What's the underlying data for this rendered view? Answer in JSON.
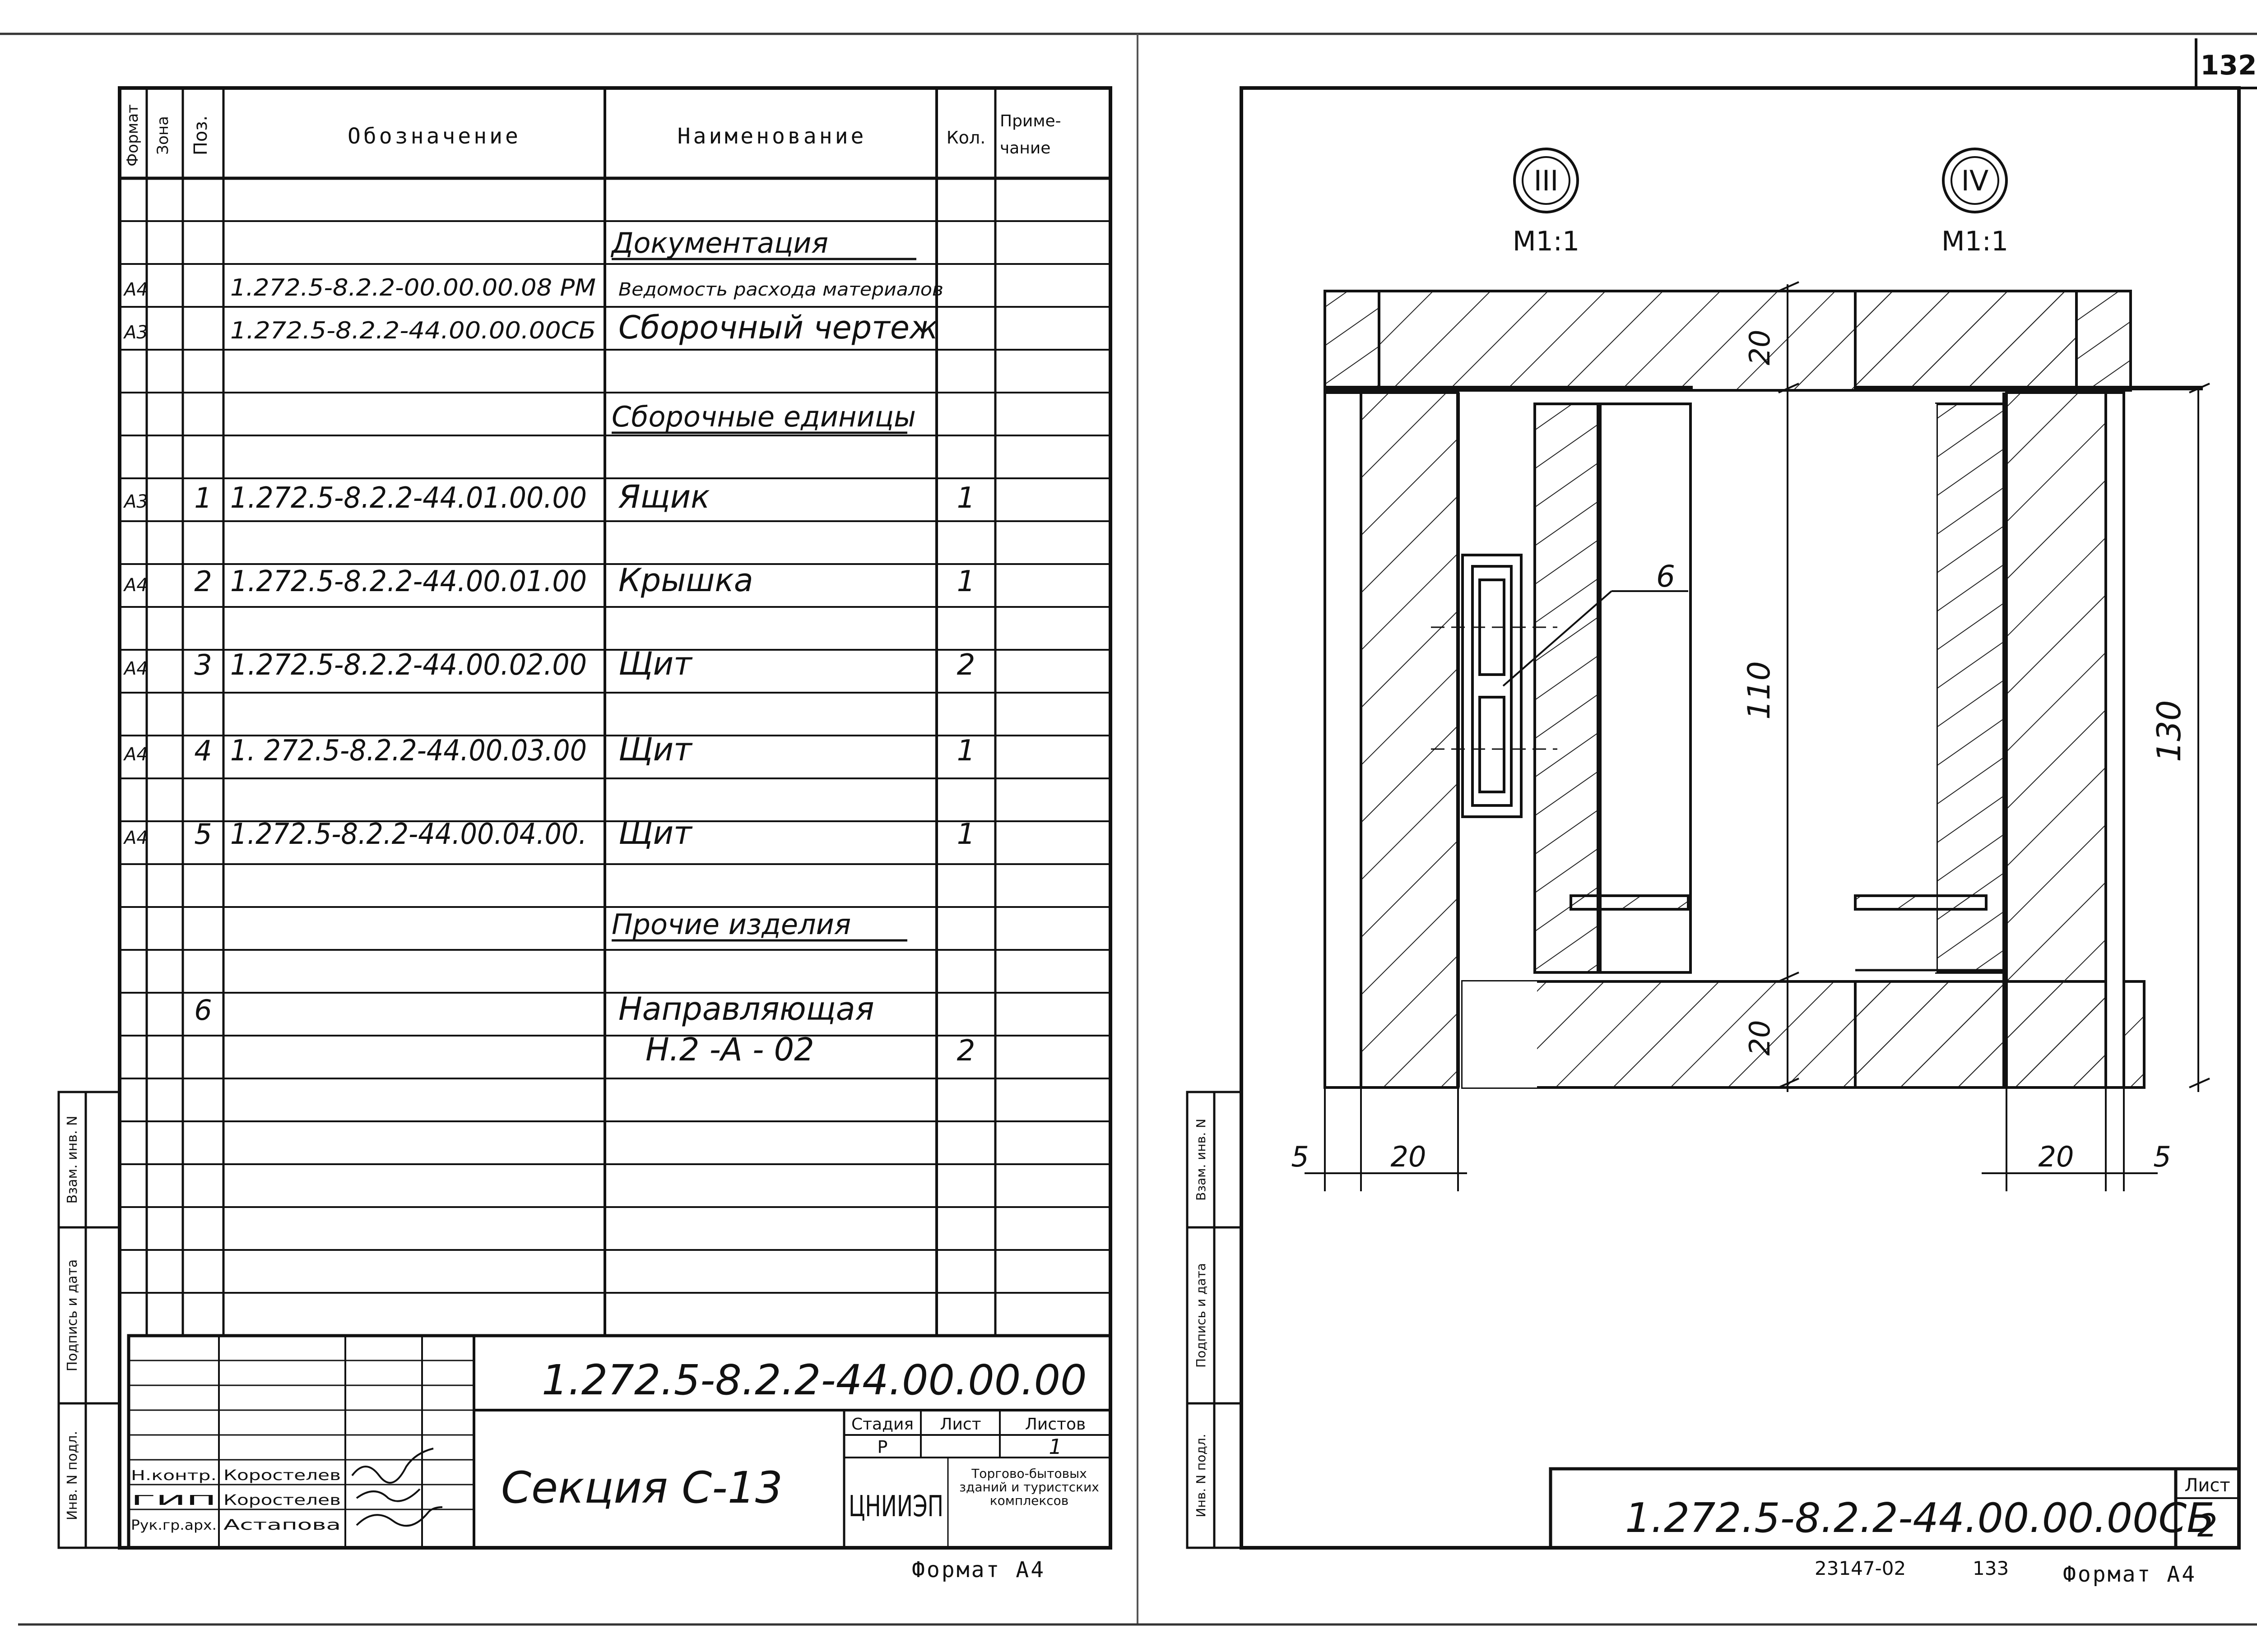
{
  "sheet_number": "132",
  "spec": {
    "headers": {
      "format": "Формат",
      "zone": "Зона",
      "pos": "Поз.",
      "designation": "Обозначение",
      "name": "Наименование",
      "qty": "Кол.",
      "note": "Приме-чание"
    },
    "rows": [
      {
        "fmt": "",
        "pos": "",
        "des": "",
        "name": "Документация",
        "qty": ""
      },
      {
        "fmt": "А4",
        "pos": "",
        "des": "1.272.5-8.2.2-00.00.00.08 РМ",
        "name": "Ведомость расхода материалов",
        "qty": ""
      },
      {
        "fmt": "А3",
        "pos": "",
        "des": "1.272.5-8.2.2-44.00.00.00СБ",
        "name": "Сборочный чертеж",
        "qty": ""
      },
      {
        "fmt": "",
        "pos": "",
        "des": "",
        "name": "Сборочные единицы",
        "qty": ""
      },
      {
        "fmt": "А3",
        "pos": "1",
        "des": "1.272.5-8.2.2-44.01.00.00",
        "name": "Ящик",
        "qty": "1"
      },
      {
        "fmt": "А4",
        "pos": "2",
        "des": "1.272.5-8.2.2-44.00.01.00",
        "name": "Крышка",
        "qty": "1"
      },
      {
        "fmt": "А4",
        "pos": "3",
        "des": "1.272.5-8.2.2-44.00.02.00",
        "name": "Щит",
        "qty": "2"
      },
      {
        "fmt": "А4",
        "pos": "4",
        "des": "1. 272.5-8.2.2-44.00.03.00",
        "name": "Щит",
        "qty": "1"
      },
      {
        "fmt": "А4",
        "pos": "5",
        "des": "1.272.5-8.2.2-44.00.04.00.",
        "name": "Щит",
        "qty": "1"
      },
      {
        "fmt": "",
        "pos": "",
        "des": "",
        "name": "Прочие изделия",
        "qty": ""
      },
      {
        "fmt": "",
        "pos": "6",
        "des": "",
        "name": "Направляющая",
        "qty": ""
      },
      {
        "fmt": "",
        "pos": "",
        "des": "",
        "name": "Н.2 -А - 02",
        "qty": "2"
      }
    ]
  },
  "side_stamp": {
    "inv_podl": "Инв. N подл.",
    "podpis": "Подпись и дата",
    "vzam": "Взам. инв. N"
  },
  "title_block": {
    "designation": "1.272.5-8.2.2-44.00.00.00",
    "title": "Секция С-13",
    "stage_label": "Стадия",
    "sheet_label": "Лист",
    "sheets_label": "Листов",
    "stage": "Р",
    "sheets": "1",
    "org_logo": "ЦНИИЭП",
    "org_text": "Торгово-бытовых зданий и туристских комплексов",
    "roles": [
      {
        "role": "Н.контр.",
        "name": "Коростелев"
      },
      {
        "role": "ГИП",
        "name": "Коростелев"
      },
      {
        "role": "Рук.гр.арх.",
        "name": "Астапова"
      }
    ],
    "format": "Формат А4"
  },
  "drawing": {
    "view3_label": "III",
    "view4_label": "IV",
    "scale": "М1:1",
    "dims": {
      "top": "20",
      "mid_left": "110",
      "bottom": "20",
      "right_total": "130",
      "left_5": "5",
      "left_20": "20",
      "right_20": "20",
      "right_5": "5"
    },
    "callout": "6",
    "title_designation": "1.272.5-8.2.2-44.00.00.00СБ",
    "sheet_label": "Лист",
    "sheet_number": "2",
    "footer_code": "23147-02",
    "footer_page": "133",
    "format": "Формат А4"
  }
}
